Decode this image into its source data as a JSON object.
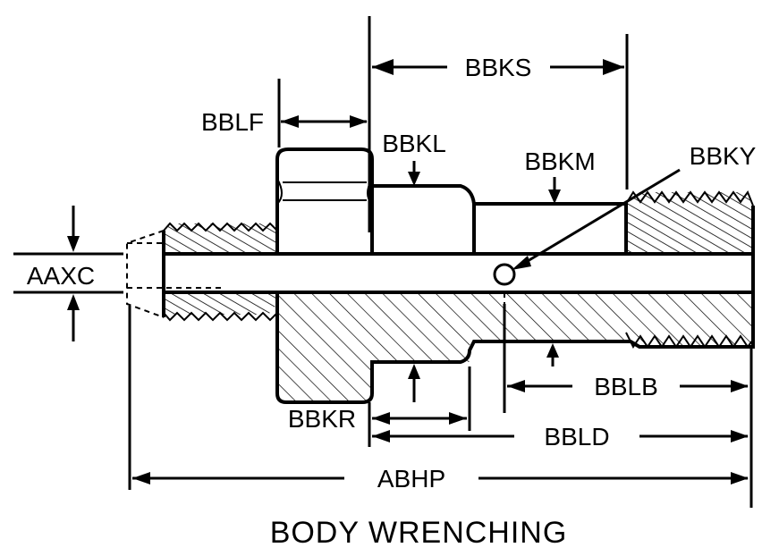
{
  "diagram": {
    "caption": "BODY WRENCHING",
    "labels": {
      "bbks": "BBKS",
      "bblf": "BBLF",
      "bbkl": "BBKL",
      "bbkm": "BBKM",
      "bbky": "BBKY",
      "aaxc": "AAXC",
      "bbkr": "BBKR",
      "bblb": "BBLB",
      "bbld": "BBLD",
      "abhp": "ABHP"
    }
  }
}
